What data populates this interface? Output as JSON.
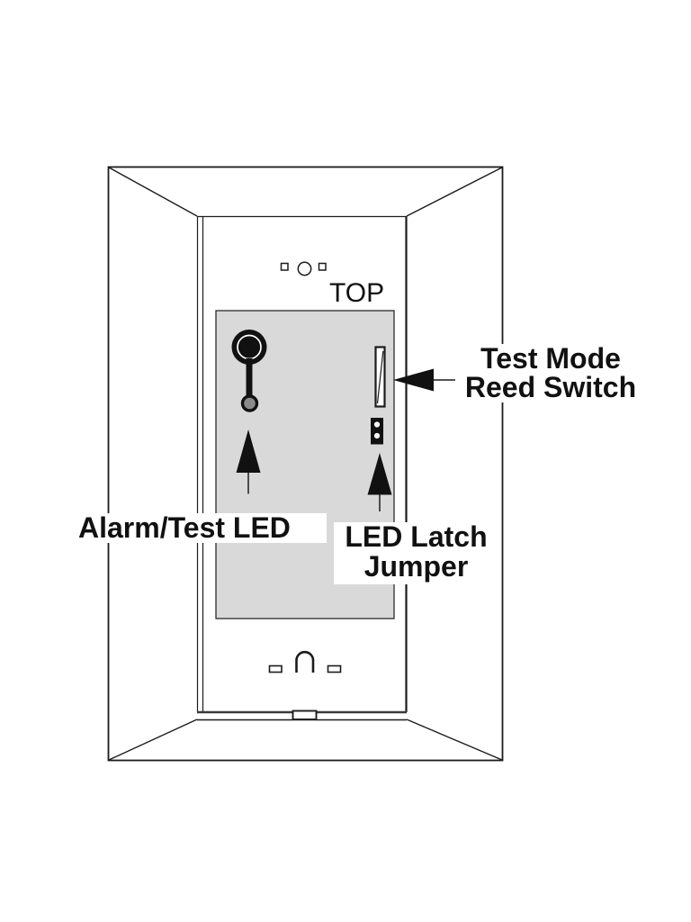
{
  "diagram": {
    "top_marker": "TOP",
    "labels": {
      "reed_switch": {
        "line1": "Test Mode",
        "line2": "Reed Switch"
      },
      "alarm_led": "Alarm/Test LED",
      "latch_jumper": {
        "line1": "LED Latch",
        "line2": "Jumper"
      }
    },
    "colors": {
      "line": "#1c1c1c",
      "pcb_fill": "#d9d9d9",
      "component_fill": "#111111",
      "led_indicator_fill": "#8a8a8a",
      "background": "#ffffff"
    }
  }
}
